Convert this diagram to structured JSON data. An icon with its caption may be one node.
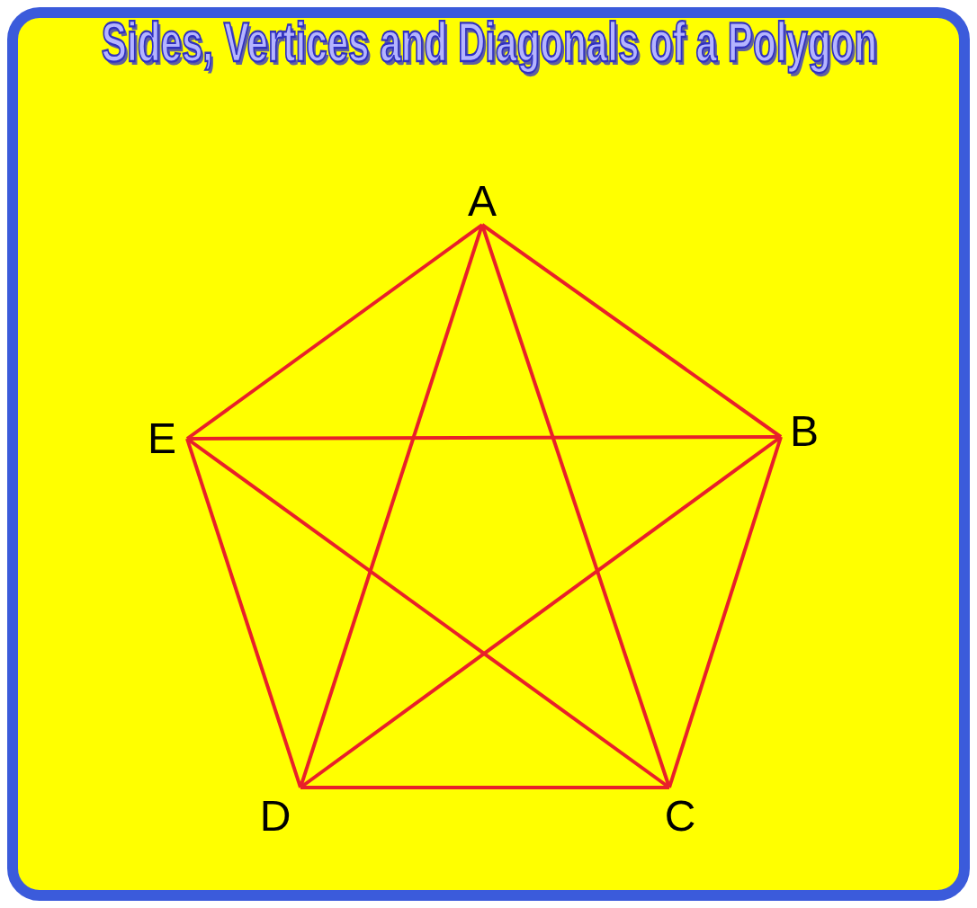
{
  "diagram": {
    "title": "Sides, Vertices and Diagonals of a Polygon",
    "nodes": [
      {
        "text": [
          "A"
        ]
      },
      {
        "text": [
          "B"
        ]
      },
      {
        "text": [
          "C"
        ]
      },
      {
        "text": [
          "D"
        ]
      },
      {
        "text": [
          "E"
        ]
      }
    ],
    "edges": [
      {
        "from": 0,
        "to": 1,
        "arrow": "none"
      },
      {
        "from": 1,
        "to": 2,
        "arrow": "none"
      },
      {
        "from": 2,
        "to": 3,
        "arrow": "none"
      },
      {
        "from": 3,
        "to": 4,
        "arrow": "none"
      },
      {
        "from": 4,
        "to": 0,
        "arrow": "none"
      },
      {
        "from": 0,
        "to": 2,
        "arrow": "none"
      },
      {
        "from": 0,
        "to": 3,
        "arrow": "none"
      },
      {
        "from": 1,
        "to": 3,
        "arrow": "none"
      },
      {
        "from": 1,
        "to": 4,
        "arrow": "none"
      },
      {
        "from": 2,
        "to": 4,
        "arrow": "none"
      }
    ]
  }
}
